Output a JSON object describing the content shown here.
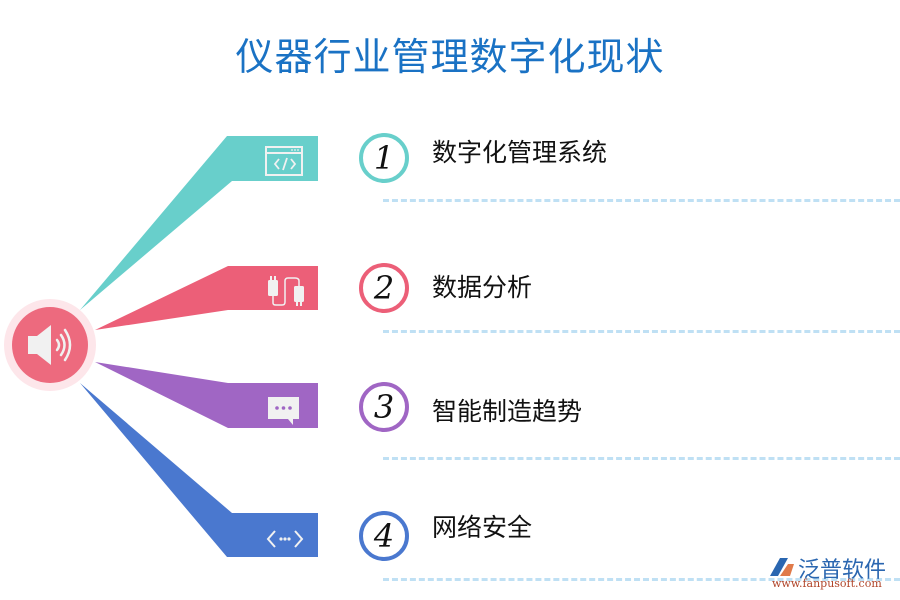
{
  "title": "仪器行业管理数字化现状",
  "hub": {
    "icon": "speaker-icon",
    "color": "#ed6a7e",
    "halo_color": "#fde6ea"
  },
  "items": [
    {
      "number": "1",
      "label": "数字化管理系统",
      "color": "#68cfcb",
      "icon": "code-window-icon"
    },
    {
      "number": "2",
      "label": "数据分析",
      "color": "#ec5f78",
      "icon": "cable-icon"
    },
    {
      "number": "3",
      "label": "智能制造趋势",
      "color": "#a066c4",
      "icon": "chat-bubble-icon"
    },
    {
      "number": "4",
      "label": "网络安全",
      "color": "#4a78cf",
      "icon": "network-code-icon"
    }
  ],
  "divider_color": "#bfe0f4",
  "watermark": {
    "name": "泛普软件",
    "url": "www.fanpusoft.com"
  }
}
